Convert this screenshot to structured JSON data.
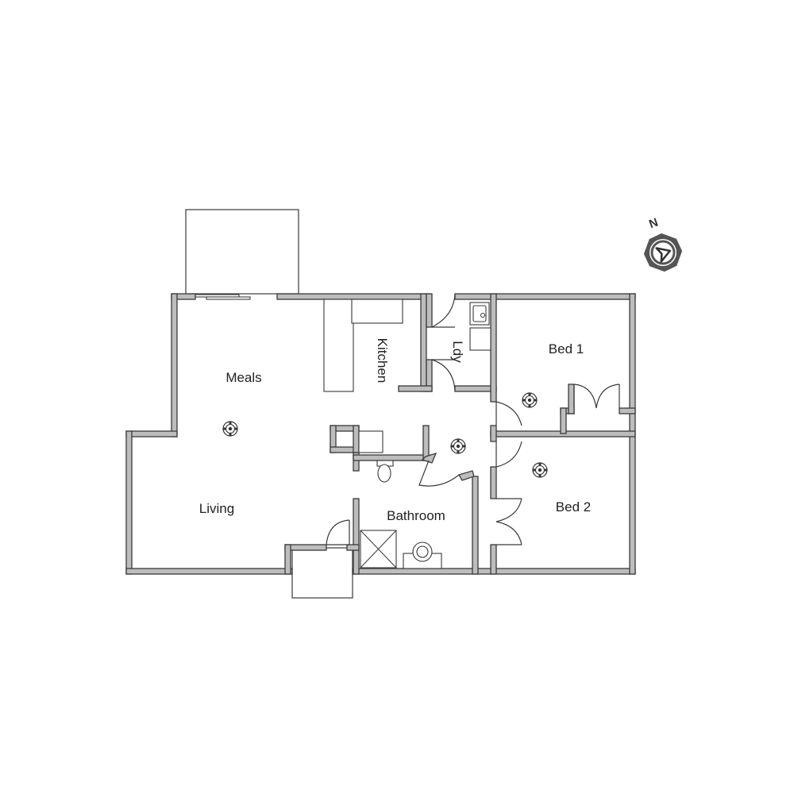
{
  "rooms": {
    "meals": "Meals",
    "living": "Living",
    "kitchen": "Kitchen",
    "laundry": "Ldy",
    "bed1": "Bed 1",
    "bed2": "Bed 2",
    "bathroom": "Bathroom"
  },
  "compass": {
    "north_label": "N",
    "icon": "compass-icon"
  },
  "colors": {
    "wall_fill": "#bdbdbd",
    "line": "#3a3a3a"
  }
}
